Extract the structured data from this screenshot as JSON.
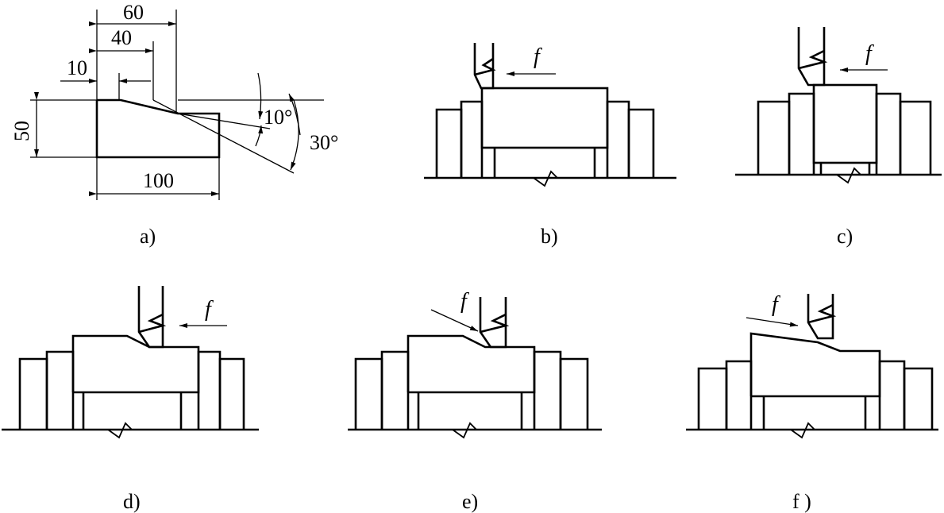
{
  "panel_a": {
    "caption": "a)",
    "dims": {
      "d60": "60",
      "d40": "40",
      "d10": "10",
      "d50": "50",
      "d100": "100",
      "a10": "10°",
      "a30": "30°"
    }
  },
  "panels": [
    {
      "caption": "b)",
      "feed": "f"
    },
    {
      "caption": "c)",
      "feed": "f"
    },
    {
      "caption": "d)",
      "feed": "f"
    },
    {
      "caption": "e)",
      "feed": "f"
    },
    {
      "caption": "f )",
      "feed": "f"
    }
  ]
}
